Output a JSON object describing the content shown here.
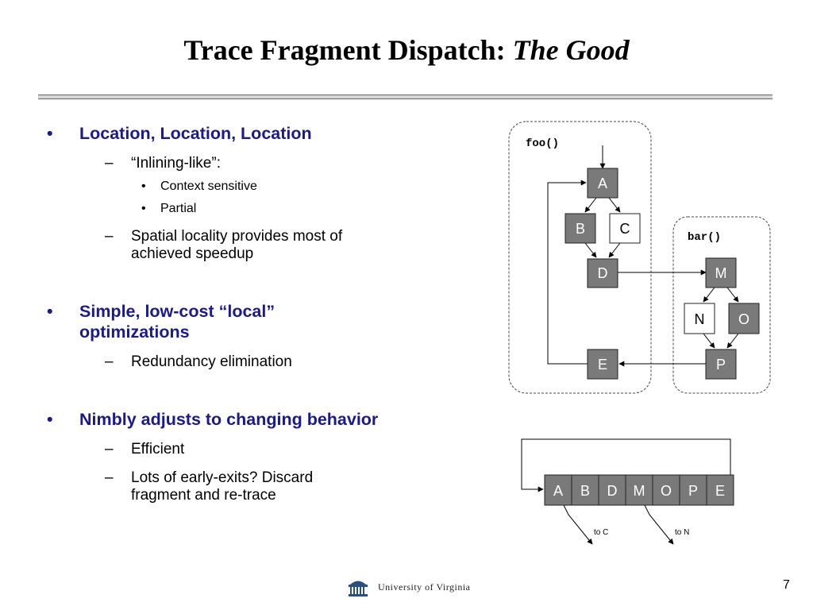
{
  "slide": {
    "title_main": "Trace Fragment Dispatch: ",
    "title_emph": "The Good",
    "page_number": "7",
    "footer_text": "University of Virginia"
  },
  "bullets": [
    {
      "text": "Location, Location, Location",
      "subs": [
        {
          "text": "“Inlining-like”:",
          "subs": [
            "Context sensitive",
            "Partial"
          ]
        },
        {
          "text": "Spatial locality provides most of achieved speedup"
        }
      ]
    },
    {
      "text": "Simple, low-cost “local” optimizations",
      "subs": [
        {
          "text": "Redundancy elimination"
        }
      ]
    },
    {
      "text": "Nimbly adjusts to changing behavior",
      "subs": [
        {
          "text": "Efficient"
        },
        {
          "text": "Lots of early-exits?  Discard fragment and re-trace"
        }
      ]
    }
  ],
  "diagram": {
    "foo_label": "foo()",
    "bar_label": "bar()",
    "nodes": {
      "A": "A",
      "B": "B",
      "C": "C",
      "D": "D",
      "E": "E",
      "M": "M",
      "N": "N",
      "O": "O",
      "P": "P"
    },
    "trace": [
      "A",
      "B",
      "D",
      "M",
      "O",
      "P",
      "E"
    ],
    "exit_c": "to C",
    "exit_n": "to N",
    "colors": {
      "dark_node": "#7a7a7a",
      "light_node": "#ffffff",
      "border": "#222222"
    }
  }
}
